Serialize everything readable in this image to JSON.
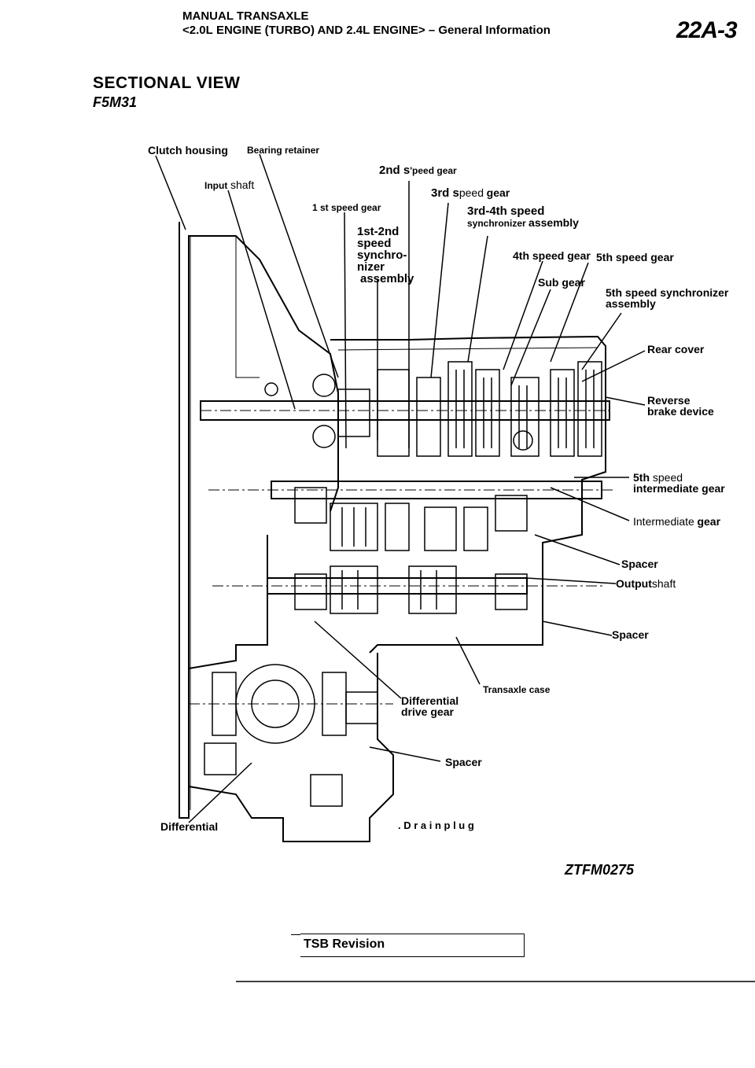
{
  "header": {
    "title_line1": "MANUAL TRANSAXLE",
    "title_line2_a": "<2.0L",
    "title_line2_b": "ENGINE (TURBO) AND",
    "title_line2_c": "2.4L",
    "title_line2_d": "ENGINE>",
    "title_line2_e": "– General Information",
    "section_badge": "22A-3"
  },
  "section": {
    "title": "SECTIONAL VIEW",
    "model": "F5M31"
  },
  "labels": {
    "clutch_housing": "Clutch housing",
    "bearing_retainer": "Bearing retainer",
    "second_speed_gear_a": "2nd s",
    "second_speed_gear_b": "'peed gear",
    "input_a": "Input",
    "input_b": "shaft",
    "third_speed_gear_a": "3rd s",
    "third_speed_gear_b": "peed",
    "third_speed_gear_c": "gear",
    "first_speed_gear": "1 st speed gear",
    "third_fourth_sync_a": "3rd-4th speed",
    "third_fourth_sync_b": "synchronizer",
    "third_fourth_sync_c": "assembly",
    "first_second_sync_1": "1st-2nd",
    "first_second_sync_2": "speed",
    "first_second_sync_3": "synchro-",
    "first_second_sync_4": "nizer",
    "first_second_sync_5": "assembly",
    "fourth_speed_gear": "4th speed gear",
    "fifth_speed_gear": "5th speed gear",
    "sub_gear": "Sub gear",
    "fifth_sync_a": "5th speed synchronizer",
    "fifth_sync_b": "assembly",
    "rear_cover": "Rear cover",
    "reverse_brake_a": "Reverse",
    "reverse_brake_b": "brake device",
    "fifth_intermediate_a": "5th",
    "fifth_intermediate_b": "speed",
    "fifth_intermediate_c": "intermediate gear",
    "intermediate_a": "Intermediate",
    "intermediate_b": "gear",
    "spacer_1": "Spacer",
    "output_a": "Output",
    "output_b": "shaft",
    "spacer_2": "Spacer",
    "transaxle_case": "Transaxle case",
    "diff_drive_a": "Differential",
    "diff_drive_b": "drive gear",
    "spacer_3": "Spacer",
    "differential": "Differential",
    "drain_plug": ". D r a i n  p l u g",
    "figure_code": "ZTFM0275"
  },
  "footer": {
    "tsb_revision": "TSB Revision"
  }
}
